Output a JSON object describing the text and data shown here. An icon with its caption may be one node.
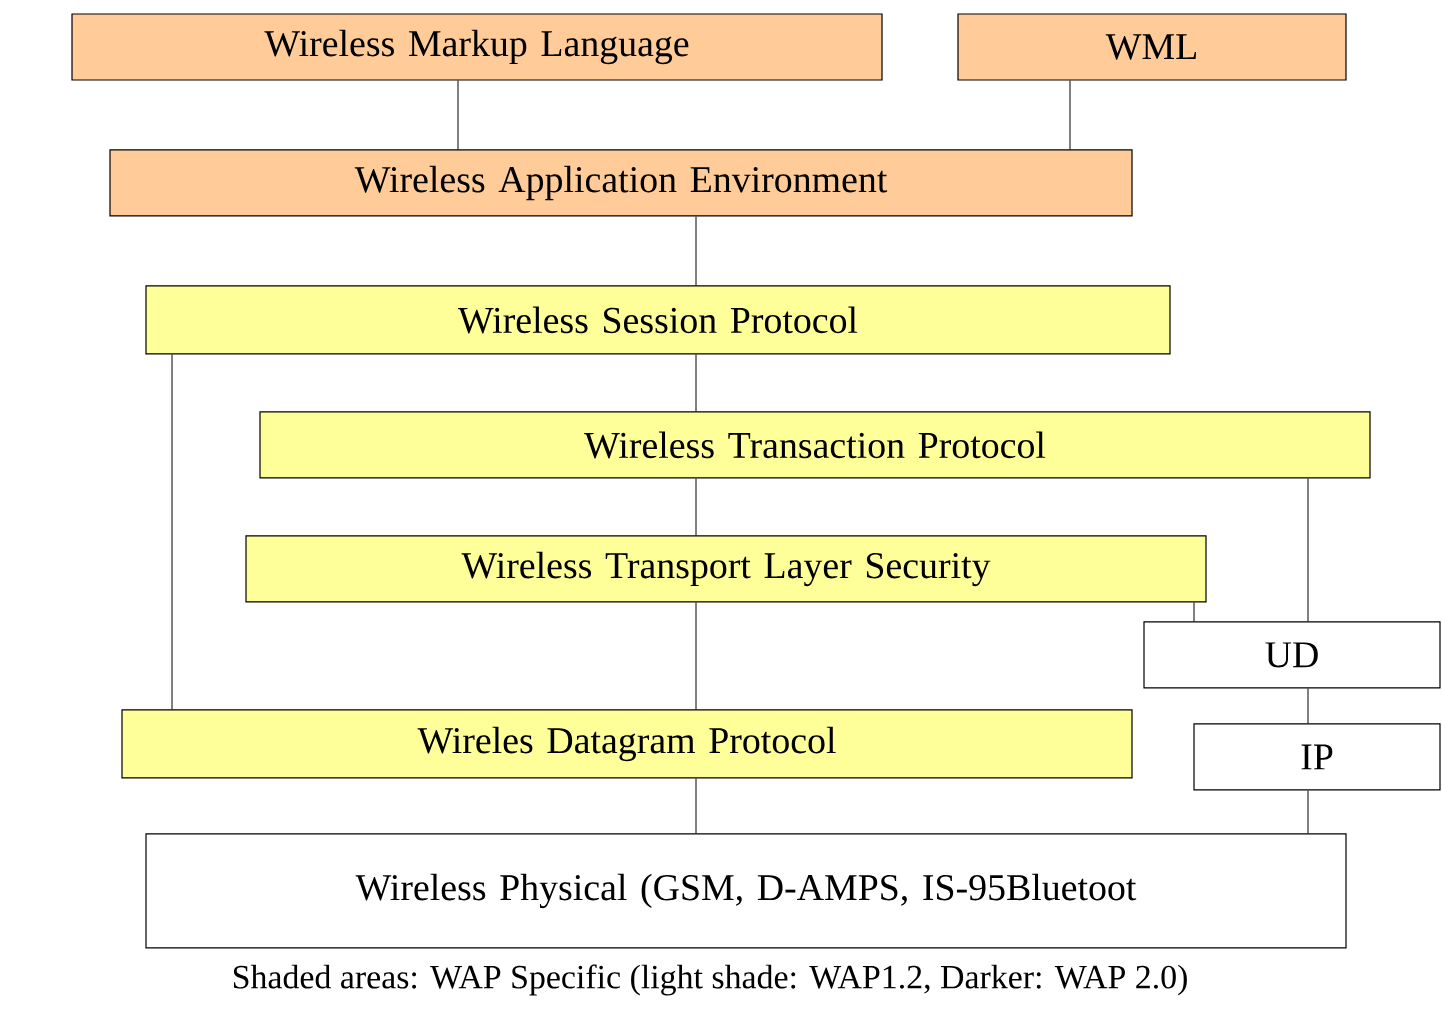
{
  "diagram": {
    "caption": "Shaded areas: WAP Specific (light shade: WAP1.2, Darker: WAP 2.0)",
    "nodes": [
      {
        "text": [
          "Wireless Markup Language"
        ]
      },
      {
        "text": [
          "WML"
        ]
      },
      {
        "text": [
          "Wireless Application Environment"
        ]
      },
      {
        "text": [
          "Wireless Session Protocol"
        ]
      },
      {
        "text": [
          "Wireless Transaction Protocol"
        ]
      },
      {
        "text": [
          "Wireless Transport Layer Security"
        ]
      },
      {
        "text": [
          "UD"
        ]
      },
      {
        "text": [
          "Wireles Datagram Protocol"
        ]
      },
      {
        "text": [
          "IP"
        ]
      },
      {
        "text": [
          "Wireless Physical (GSM, D-AMPS, IS-95Bluetoot"
        ]
      }
    ],
    "edges": [
      {
        "from": 0,
        "to": 2,
        "arrow": "none"
      },
      {
        "from": 1,
        "to": 2,
        "arrow": "none"
      },
      {
        "from": 2,
        "to": 3,
        "arrow": "none"
      },
      {
        "from": 3,
        "to": 4,
        "arrow": "none"
      },
      {
        "from": 3,
        "to": 7,
        "arrow": "none"
      },
      {
        "from": 4,
        "to": 5,
        "arrow": "none"
      },
      {
        "from": 4,
        "to": 6,
        "arrow": "none"
      },
      {
        "from": 5,
        "to": 6,
        "arrow": "none"
      },
      {
        "from": 5,
        "to": 7,
        "arrow": "none"
      },
      {
        "from": 6,
        "to": 8,
        "arrow": "none"
      },
      {
        "from": 7,
        "to": 9,
        "arrow": "none"
      },
      {
        "from": 8,
        "to": 9,
        "arrow": "none"
      }
    ]
  }
}
